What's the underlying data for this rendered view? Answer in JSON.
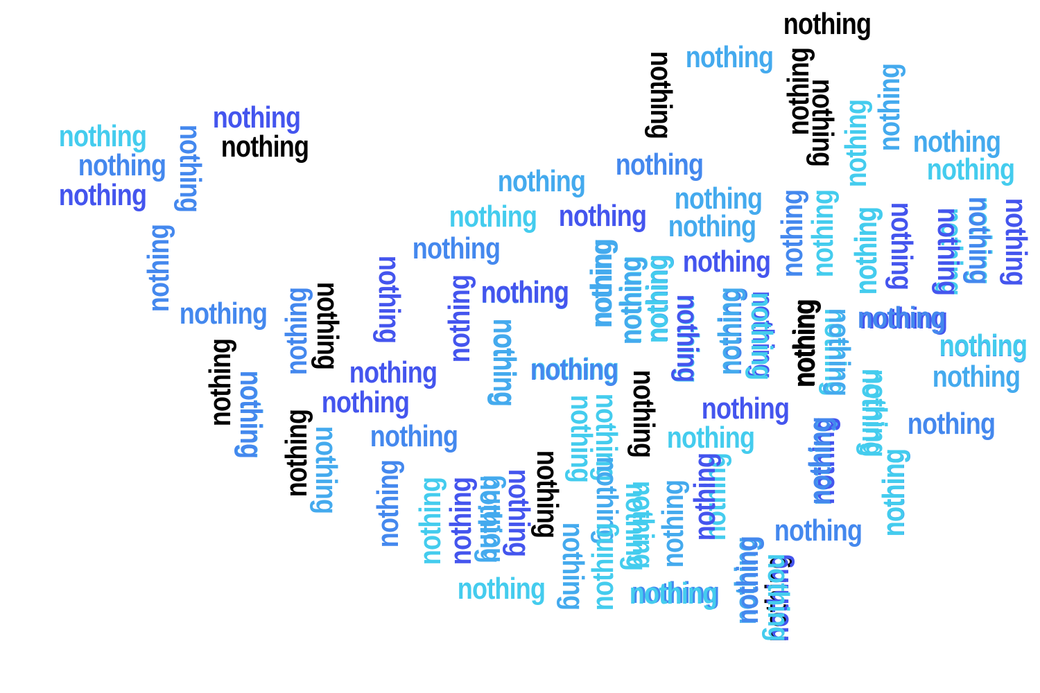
{
  "word_cloud": {
    "word": "nothing",
    "palette": {
      "black": "#000000",
      "indigo": "#4455ee",
      "blue": "#4488ee",
      "sky": "#44aaee",
      "cyan": "#44ccee"
    },
    "words": [
      {
        "text": "nothing",
        "color": "#000000"
      },
      {
        "text": "nothing",
        "color": "#44aaee"
      },
      {
        "text": "nothing",
        "color": "#000000"
      },
      {
        "text": "nothing",
        "color": "#000000"
      },
      {
        "text": "nothing",
        "color": "#000000"
      },
      {
        "text": "nothing",
        "color": "#4488ee"
      },
      {
        "text": "nothing",
        "color": "#44ccee"
      },
      {
        "text": "nothing",
        "color": "#44aaee"
      },
      {
        "text": "nothing",
        "color": "#4455ee"
      },
      {
        "text": "nothing",
        "color": "#44aaee"
      },
      {
        "text": "nothing",
        "color": "#44ccee"
      },
      {
        "text": "nothing",
        "color": "#4488ee"
      },
      {
        "text": "nothing",
        "color": "#4455ee"
      },
      {
        "text": "nothing",
        "color": "#44ccee"
      },
      {
        "text": "nothing",
        "color": "#000000"
      },
      {
        "text": "nothing",
        "color": "#4488ee"
      },
      {
        "text": "nothing",
        "color": "#000000"
      },
      {
        "text": "nothing",
        "color": "#4455ee"
      },
      {
        "text": "nothing",
        "color": "#44aaee"
      },
      {
        "text": "nothing",
        "color": "#44aaee"
      },
      {
        "text": "nothing",
        "color": "#4488ee"
      },
      {
        "text": "nothing",
        "color": "#4488ee"
      },
      {
        "text": "nothing",
        "color": "#44ccee"
      },
      {
        "text": "nothing",
        "color": "#4455ee"
      },
      {
        "text": "nothing",
        "color": "#44aaee"
      },
      {
        "text": "nothing",
        "color": "#4488ee"
      },
      {
        "text": "nothing",
        "color": "#4455ee"
      },
      {
        "text": "nothing",
        "color": "#4488ee"
      },
      {
        "text": "nothing",
        "color": "#44aaee"
      },
      {
        "text": "nothing",
        "color": "#44ccee"
      },
      {
        "text": "nothing",
        "color": "#000000"
      },
      {
        "text": "nothing",
        "color": "#4455ee"
      },
      {
        "text": "nothing",
        "color": "#44ccee"
      },
      {
        "text": "nothing",
        "color": "#000000"
      },
      {
        "text": "nothing",
        "color": "#44ccee"
      },
      {
        "text": "nothing",
        "color": "#4455ee"
      },
      {
        "text": "nothing",
        "color": "#4455ee"
      },
      {
        "text": "nothing",
        "color": "#4488ee"
      },
      {
        "text": "nothing",
        "color": "#44ccee"
      },
      {
        "text": "nothing",
        "color": "#4455ee"
      },
      {
        "text": "nothing",
        "color": "#000000"
      },
      {
        "text": "nothing",
        "color": "#4488ee"
      },
      {
        "text": "nothing",
        "color": "#44ccee"
      },
      {
        "text": "nothing",
        "color": "#4488ee"
      },
      {
        "text": "nothing",
        "color": "#44aaee"
      },
      {
        "text": "nothing",
        "color": "#4455ee"
      },
      {
        "text": "nothing",
        "color": "#44aaee"
      },
      {
        "text": "nothing",
        "color": "#44ccee"
      },
      {
        "text": "nothing",
        "color": "#44aaee"
      },
      {
        "text": "nothing",
        "color": "#000000"
      },
      {
        "text": "nothing",
        "color": "#44ccee"
      },
      {
        "text": "nothing",
        "color": "#4488ee"
      },
      {
        "text": "nothing",
        "color": "#44ccee"
      },
      {
        "text": "nothing",
        "color": "#44ccee"
      },
      {
        "text": "nothing",
        "color": "#4455ee"
      },
      {
        "text": "nothing",
        "color": "#44aaee"
      },
      {
        "text": "nothing",
        "color": "#4455ee"
      },
      {
        "text": "nothing",
        "color": "#44aaee"
      },
      {
        "text": "nothing",
        "color": "#44aaee"
      },
      {
        "text": "nothing",
        "color": "#4488ee"
      },
      {
        "text": "nothing",
        "color": "#44ccee"
      },
      {
        "text": "nothing",
        "color": "#4488ee"
      },
      {
        "text": "nothing",
        "color": "#44aaee"
      },
      {
        "text": "nothing",
        "color": "#44ccee"
      },
      {
        "text": "nothing",
        "color": "#44aaee"
      },
      {
        "text": "nothing",
        "color": "#44ccee"
      },
      {
        "text": "nothing",
        "color": "#4488ee"
      },
      {
        "text": "nothing",
        "color": "#44ccee"
      },
      {
        "text": "nothing",
        "color": "#4488ee"
      },
      {
        "text": "nothing",
        "color": "#44aaee"
      },
      {
        "text": "nothing",
        "color": "#000000"
      },
      {
        "text": "nothing",
        "color": "#000000"
      },
      {
        "text": "nothing",
        "color": "#4455ee"
      },
      {
        "text": "nothing",
        "color": "#000000"
      },
      {
        "text": "nothing",
        "color": "#4488ee"
      },
      {
        "text": "nothing",
        "color": "#44ccee"
      },
      {
        "text": "nothing",
        "color": "#4455ee"
      },
      {
        "text": "nothing",
        "color": "#4488ee"
      },
      {
        "text": "nothing",
        "color": "#4455ee"
      },
      {
        "text": "nothing",
        "color": "#44aaee"
      },
      {
        "text": "nothing",
        "color": "#44aaee"
      },
      {
        "text": "nothing",
        "color": "#44ccee"
      },
      {
        "text": "nothing",
        "color": "#44ccee"
      },
      {
        "text": "nothing",
        "color": "#44ccee"
      },
      {
        "text": "nothing",
        "color": "#4455ee"
      },
      {
        "text": "nothing",
        "color": "#44aaee"
      },
      {
        "text": "nothing",
        "color": "#4455ee"
      },
      {
        "text": "nothing",
        "color": "#44aaee"
      },
      {
        "text": "nothing",
        "color": "#44ccee"
      },
      {
        "text": "nothing",
        "color": "#44aaee"
      },
      {
        "text": "nothing",
        "color": "#44ccee"
      },
      {
        "text": "nothing",
        "color": "#4455ee"
      },
      {
        "text": "nothing",
        "color": "#4488ee"
      },
      {
        "text": "nothing",
        "color": "#4488ee"
      },
      {
        "text": "nothing",
        "color": "#44ccee"
      },
      {
        "text": "nothing",
        "color": "#44ccee"
      },
      {
        "text": "nothing",
        "color": "#4488ee"
      },
      {
        "text": "nothing",
        "color": "#44ccee"
      },
      {
        "text": "nothing",
        "color": "#4455ee"
      },
      {
        "text": "nothing",
        "color": "#4488ee"
      },
      {
        "text": "nothing",
        "color": "#44ccee"
      },
      {
        "text": "nothing",
        "color": "#44ccee"
      },
      {
        "text": "nothing",
        "color": "#44aaee"
      },
      {
        "text": "nothing",
        "color": "#44ccee"
      },
      {
        "text": "nothing",
        "color": "#44aaee"
      },
      {
        "text": "nothing",
        "color": "#4455ee"
      },
      {
        "text": "nothing",
        "color": "#44ccee"
      },
      {
        "text": "nothing",
        "color": "#44aaee"
      },
      {
        "text": "nothing",
        "color": "#44aaee"
      },
      {
        "text": "nothing",
        "color": "#4488ee"
      },
      {
        "text": "nothing",
        "color": "#4455ee"
      }
    ]
  }
}
